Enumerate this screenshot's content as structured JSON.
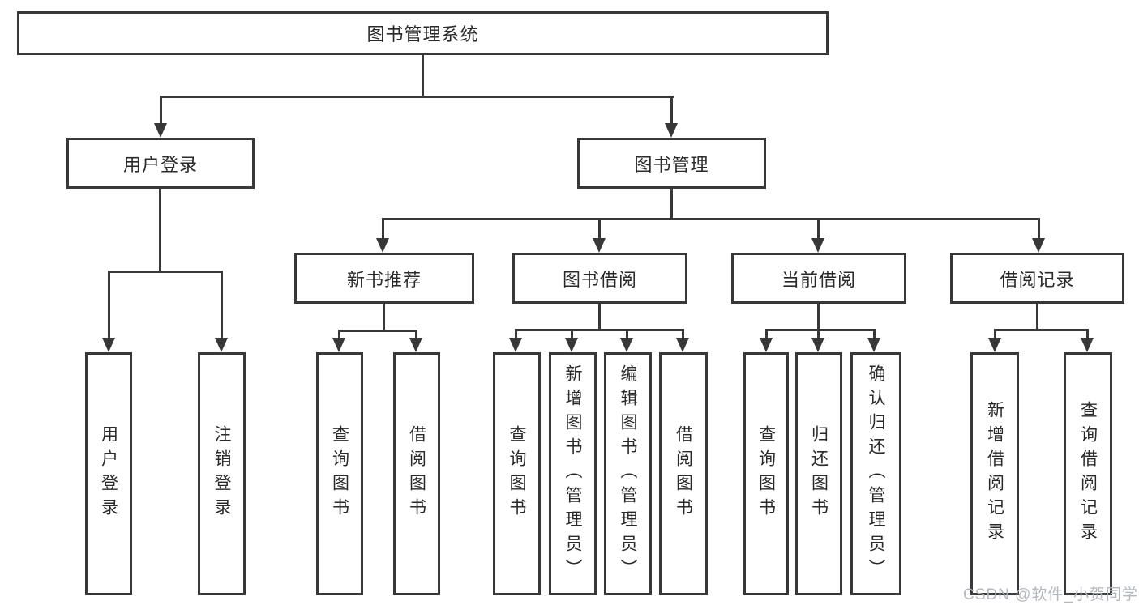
{
  "diagram": {
    "root": {
      "label": "图书管理系统",
      "children": [
        {
          "label": "用户登录",
          "children": [
            {
              "label": "用户登录"
            },
            {
              "label": "注销登录"
            }
          ]
        },
        {
          "label": "图书管理",
          "children": [
            {
              "label": "新书推荐",
              "children": [
                {
                  "label": "查询图书"
                },
                {
                  "label": "借阅图书"
                }
              ]
            },
            {
              "label": "图书借阅",
              "children": [
                {
                  "label": "查询图书"
                },
                {
                  "label": "新增图书（管理员）"
                },
                {
                  "label": "编辑图书（管理员）"
                },
                {
                  "label": "借阅图书"
                }
              ]
            },
            {
              "label": "当前借阅",
              "children": [
                {
                  "label": "查询图书"
                },
                {
                  "label": "归还图书"
                },
                {
                  "label": "确认归还（管理员）"
                }
              ]
            },
            {
              "label": "借阅记录",
              "children": [
                {
                  "label": "新增借阅记录"
                },
                {
                  "label": "查询借阅记录"
                }
              ]
            }
          ]
        }
      ]
    }
  },
  "watermark": {
    "text": "CSDN @软件_小贺同学"
  },
  "colors": {
    "line": "#383838",
    "text": "#2a2a2a",
    "background": "#ffffff",
    "watermark": "#b3b7bf"
  }
}
